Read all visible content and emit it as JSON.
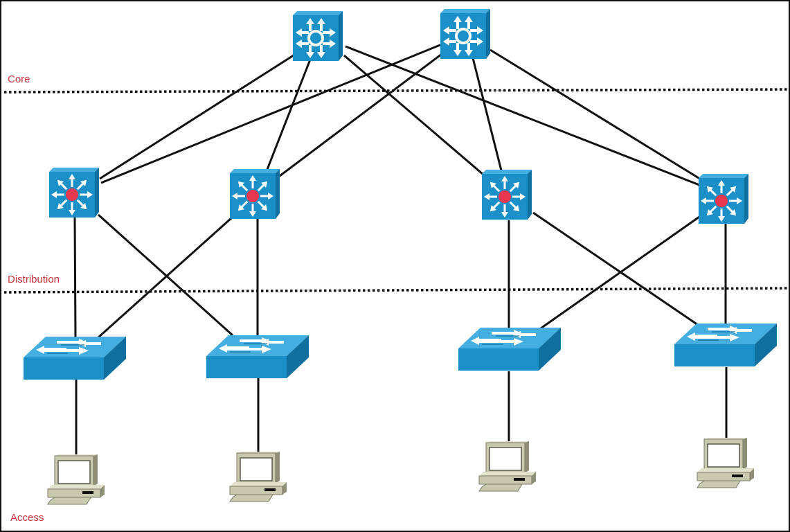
{
  "layers": [
    {
      "id": "core",
      "label": "Core"
    },
    {
      "id": "distribution",
      "label": "Distribution"
    },
    {
      "id": "access",
      "label": "Access"
    }
  ],
  "colors": {
    "label": "#c8323c",
    "device_front": "#1b8fc7",
    "device_top": "#45aee0",
    "device_side": "#0f6f9f",
    "routing_dot": "#e8384f",
    "pc_body": "#c9c9b0",
    "link": "#111111"
  },
  "devices": [
    {
      "id": "core1",
      "type": "multilayer-core-switch",
      "layer": "core"
    },
    {
      "id": "core2",
      "type": "multilayer-core-switch",
      "layer": "core"
    },
    {
      "id": "dist1",
      "type": "layer3-switch",
      "layer": "distribution"
    },
    {
      "id": "dist2",
      "type": "layer3-switch",
      "layer": "distribution"
    },
    {
      "id": "dist3",
      "type": "layer3-switch",
      "layer": "distribution"
    },
    {
      "id": "dist4",
      "type": "layer3-switch",
      "layer": "distribution"
    },
    {
      "id": "acc1",
      "type": "workgroup-switch",
      "layer": "access"
    },
    {
      "id": "acc2",
      "type": "workgroup-switch",
      "layer": "access"
    },
    {
      "id": "acc3",
      "type": "workgroup-switch",
      "layer": "access"
    },
    {
      "id": "acc4",
      "type": "workgroup-switch",
      "layer": "access"
    },
    {
      "id": "pc1",
      "type": "pc",
      "layer": "access"
    },
    {
      "id": "pc2",
      "type": "pc",
      "layer": "access"
    },
    {
      "id": "pc3",
      "type": "pc",
      "layer": "access"
    },
    {
      "id": "pc4",
      "type": "pc",
      "layer": "access"
    }
  ],
  "links": [
    [
      "core1",
      "dist1"
    ],
    [
      "core1",
      "dist2"
    ],
    [
      "core1",
      "dist3"
    ],
    [
      "core1",
      "dist4"
    ],
    [
      "core2",
      "dist1"
    ],
    [
      "core2",
      "dist2"
    ],
    [
      "core2",
      "dist3"
    ],
    [
      "core2",
      "dist4"
    ],
    [
      "dist1",
      "acc1"
    ],
    [
      "dist1",
      "acc2"
    ],
    [
      "dist2",
      "acc1"
    ],
    [
      "dist2",
      "acc2"
    ],
    [
      "dist3",
      "acc3"
    ],
    [
      "dist3",
      "acc4"
    ],
    [
      "dist4",
      "acc3"
    ],
    [
      "dist4",
      "acc4"
    ],
    [
      "acc1",
      "pc1"
    ],
    [
      "acc2",
      "pc2"
    ],
    [
      "acc3",
      "pc3"
    ],
    [
      "acc4",
      "pc4"
    ]
  ]
}
